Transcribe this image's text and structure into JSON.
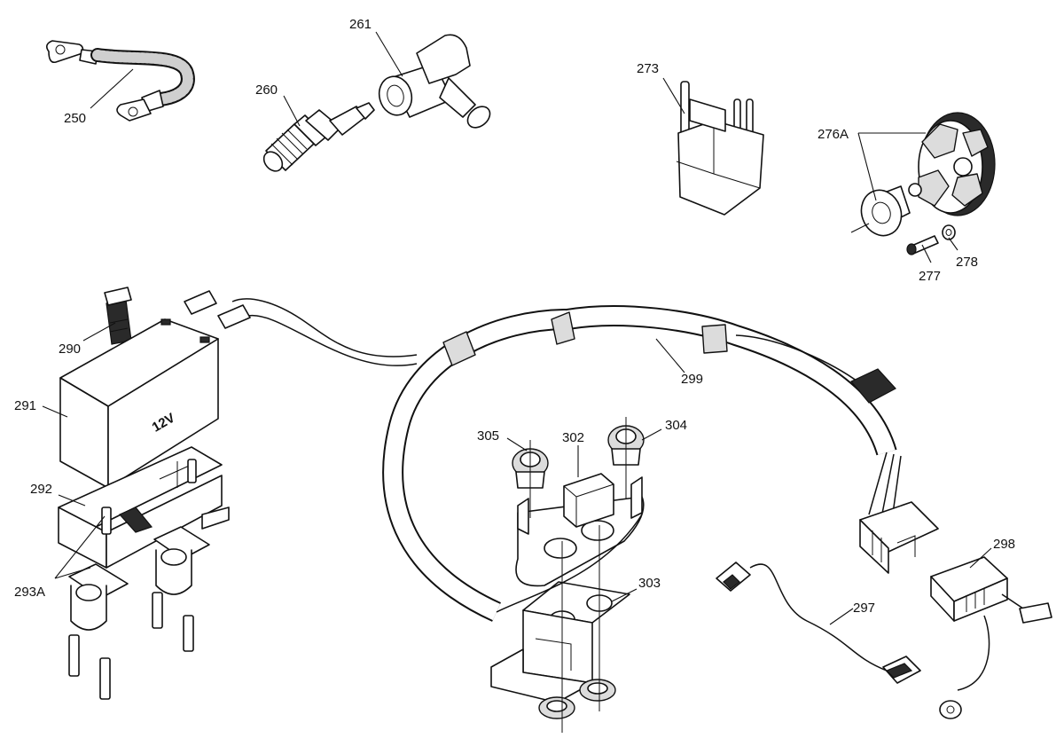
{
  "parts": [
    {
      "key": "p250",
      "number": "250"
    },
    {
      "key": "p260",
      "number": "260"
    },
    {
      "key": "p261",
      "number": "261"
    },
    {
      "key": "p273",
      "number": "273"
    },
    {
      "key": "p276a",
      "number": "276A"
    },
    {
      "key": "p277",
      "number": "277"
    },
    {
      "key": "p278",
      "number": "278"
    },
    {
      "key": "p290",
      "number": "290"
    },
    {
      "key": "p291",
      "number": "291"
    },
    {
      "key": "p292",
      "number": "292"
    },
    {
      "key": "p293a",
      "number": "293A"
    },
    {
      "key": "p297",
      "number": "297"
    },
    {
      "key": "p298",
      "number": "298"
    },
    {
      "key": "p299",
      "number": "299"
    },
    {
      "key": "p302",
      "number": "302"
    },
    {
      "key": "p303",
      "number": "303"
    },
    {
      "key": "p304",
      "number": "304"
    },
    {
      "key": "p305",
      "number": "305"
    }
  ],
  "battery": {
    "voltage_marking": "12V"
  }
}
